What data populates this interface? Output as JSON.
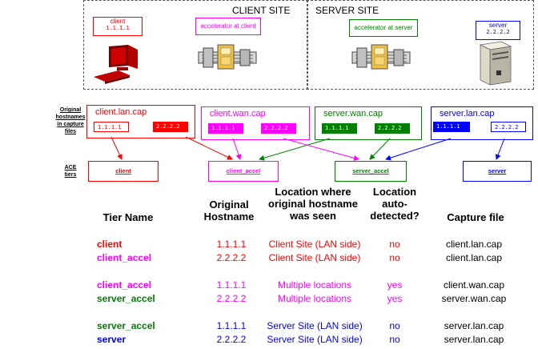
{
  "sites": {
    "client_title": "CLIENT SITE",
    "server_title": "SERVER SITE"
  },
  "nodes": {
    "client": {
      "label": "client",
      "ip": "1.1.1.1"
    },
    "accel_client": {
      "label": "accelerator at client"
    },
    "accel_server": {
      "label": "accelerator at server"
    },
    "server": {
      "label": "server",
      "ip": "2.2.2.2"
    }
  },
  "side_labels": {
    "captures": [
      "Original",
      "hostnames",
      "in capture",
      "files"
    ],
    "tiers": [
      "ACE",
      "tiers"
    ]
  },
  "captures": [
    {
      "name": "client.lan.cap",
      "ip1": "1.1.1.1",
      "ip2": "2.2.2.2",
      "color": "#ff0000"
    },
    {
      "name": "client.wan.cap",
      "ip1": "1.1.1.1",
      "ip2": "2.2.2.2",
      "color": "#ff00ff"
    },
    {
      "name": "server.wan.cap",
      "ip1": "1.1.1.1",
      "ip2": "2.2.2.2",
      "color": "#008000"
    },
    {
      "name": "server.lan.cap",
      "ip1": "1.1.1.1",
      "ip2": "2.2.2.2",
      "color": "#0000ff"
    }
  ],
  "tiers": [
    {
      "name": "client",
      "color": "#ff0000"
    },
    {
      "name": "client_accel",
      "color": "#ff00ff"
    },
    {
      "name": "server_accel",
      "color": "#008000"
    },
    {
      "name": "server",
      "color": "#0000ff"
    }
  ],
  "table": {
    "headers": {
      "tier": "Tier Name",
      "hostname": [
        "Original",
        "Hostname"
      ],
      "location": [
        "Location where",
        "original hostname",
        "was seen"
      ],
      "auto": [
        "Location",
        "auto-",
        "detected?"
      ],
      "capture": "Capture file"
    },
    "rows": [
      {
        "tier": "client",
        "tier_color": "#ff0000",
        "host": "1.1.1.1",
        "location": "Client Site (LAN side)",
        "auto": "no",
        "capture": "client.lan.cap",
        "color": "#ff0000"
      },
      {
        "tier": "client_accel",
        "tier_color": "#ff00ff",
        "host": "2.2.2.2",
        "location": "Client Site (LAN side)",
        "auto": "no",
        "capture": "client.lan.cap",
        "color": "#ff0000"
      },
      {
        "tier": "client_accel",
        "tier_color": "#ff00ff",
        "host": "1.1.1.1",
        "location": "Multiple locations",
        "auto": "yes",
        "capture": "client.wan.cap",
        "color": "#ff00ff"
      },
      {
        "tier": "server_accel",
        "tier_color": "#008000",
        "host": "2.2.2.2",
        "location": "Multiple locations",
        "auto": "yes",
        "capture": "server.wan.cap",
        "color": "#ff00ff"
      },
      {
        "tier": "server_accel",
        "tier_color": "#008000",
        "host": "1.1.1.1",
        "location": "Server Site (LAN side)",
        "auto": "no",
        "capture": "server.lan.cap",
        "color": "#0000ff"
      },
      {
        "tier": "server",
        "tier_color": "#0000ff",
        "host": "2.2.2.2",
        "location": "Server Site (LAN side)",
        "auto": "no",
        "capture": "server.lan.cap",
        "color": "#0000ff"
      }
    ]
  }
}
